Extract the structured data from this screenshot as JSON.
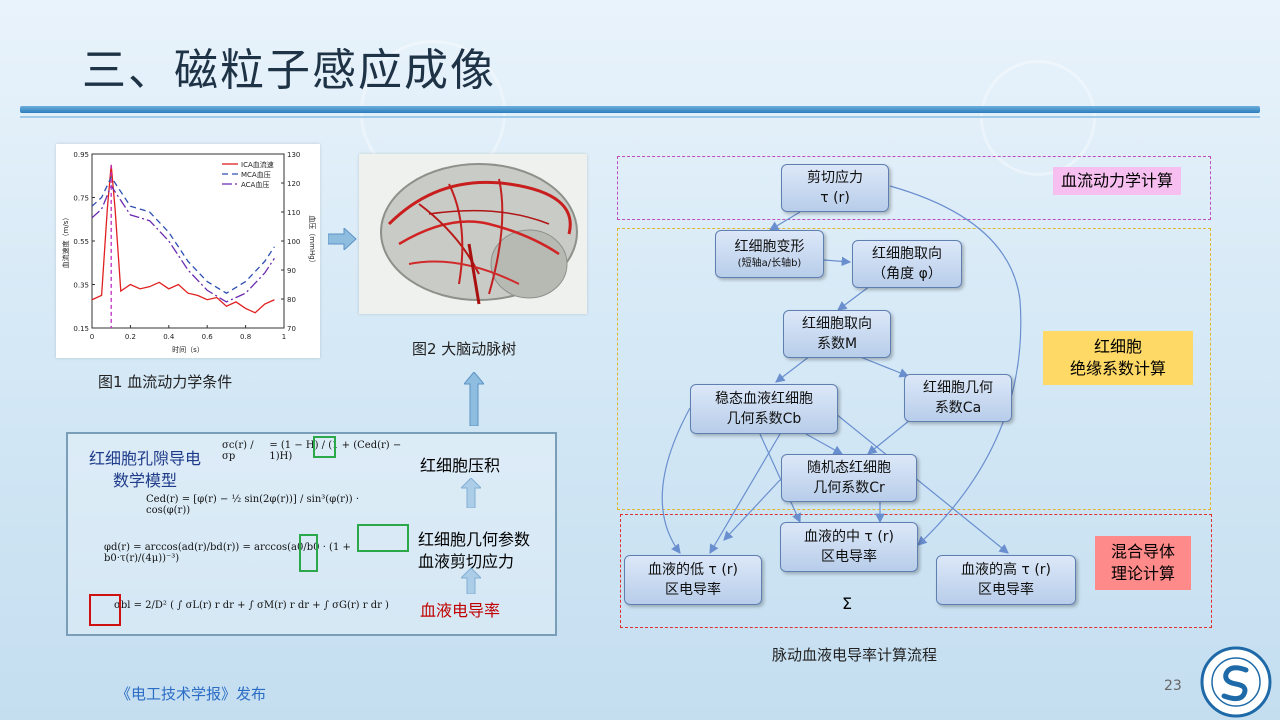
{
  "slide": {
    "title": "三、磁粒子感应成像",
    "page_number": "23",
    "source": "《电工技术学报》发布"
  },
  "figure1": {
    "caption": "图1 血流动力学条件",
    "chart_data": {
      "type": "line",
      "xlabel": "时间（s）",
      "ylabel_left": "血流速度（m/s）",
      "ylabel_right": "血压（mmHg）",
      "x_ticks": [
        "0",
        "0.2",
        "0.4",
        "0.6",
        "0.8",
        "1"
      ],
      "y_left_ticks": [
        "0.15",
        "0.35",
        "0.55",
        "0.75",
        "0.95"
      ],
      "y_right_ticks": [
        "70",
        "80",
        "90",
        "100",
        "110",
        "120",
        "130"
      ],
      "xlim": [
        0,
        1
      ],
      "ylim_left": [
        0.15,
        0.95
      ],
      "ylim_right": [
        70,
        130
      ],
      "legend": "top-right",
      "series": [
        {
          "name": "ICA血流速",
          "axis": "left",
          "color": "#e02020",
          "dash": "solid",
          "x": [
            0,
            0.05,
            0.08,
            0.1,
            0.12,
            0.15,
            0.2,
            0.25,
            0.3,
            0.35,
            0.4,
            0.45,
            0.5,
            0.55,
            0.6,
            0.65,
            0.7,
            0.75,
            0.8,
            0.85,
            0.9,
            0.95
          ],
          "y": [
            0.28,
            0.3,
            0.7,
            0.9,
            0.7,
            0.32,
            0.35,
            0.33,
            0.34,
            0.36,
            0.33,
            0.35,
            0.31,
            0.3,
            0.28,
            0.29,
            0.25,
            0.27,
            0.24,
            0.22,
            0.26,
            0.28
          ]
        },
        {
          "name": "MCA血压",
          "axis": "right",
          "color": "#2d4fb0",
          "dash": "6,4",
          "x": [
            0,
            0.05,
            0.1,
            0.15,
            0.2,
            0.3,
            0.4,
            0.5,
            0.6,
            0.7,
            0.8,
            0.9,
            0.95
          ],
          "y": [
            112,
            115,
            122,
            117,
            112,
            110,
            103,
            93,
            86,
            82,
            86,
            93,
            98
          ]
        },
        {
          "name": "ACA血压",
          "axis": "right",
          "color": "#6a2bb0",
          "dash": "10,3,2,3",
          "x": [
            0,
            0.05,
            0.1,
            0.15,
            0.2,
            0.3,
            0.4,
            0.5,
            0.6,
            0.7,
            0.8,
            0.9,
            0.95
          ],
          "y": [
            108,
            111,
            119,
            114,
            109,
            107,
            100,
            90,
            83,
            79,
            82,
            89,
            94
          ]
        }
      ]
    }
  },
  "figure2": {
    "caption": "图2 大脑动脉树"
  },
  "model": {
    "title_line1": "红细胞孔隙导电",
    "title_line2": "数学模型",
    "label_hematocrit": "红细胞压积",
    "label_geometry": "红细胞几何参数",
    "label_shear": "血液剪切应力",
    "label_conductivity": "血液电导率",
    "formula_1_lhs": "σc(r) / σp",
    "formula_1_rhs": "= (1 − H) / (1 + (Ced(r) − 1)H)",
    "formula_2": "Ced(r) = [φ(r) − ½ sin(2φ(r))] / sin³(φ(r)) · cos(φ(r))",
    "formula_3": "φd(r) = arccos(ad(r)/bd(r)) = arccos(a0/b0 · (1 + b0·τ(r)/(4μ))⁻³)",
    "formula_4": "σbl = 2/D² ( ∫ σL(r) r dr + ∫ σM(r) r dr + ∫ σG(r) r dr )"
  },
  "flow": {
    "caption": "脉动血液电导率计算流程",
    "sum_symbol": "Σ",
    "nodes": {
      "shear": [
        "剪切应力",
        "τ (r)"
      ],
      "deform": [
        "红细胞变形",
        "(短轴a/长轴b)"
      ],
      "orient": [
        "红细胞取向",
        "（角度 φ）"
      ],
      "coefM": [
        "红细胞取向",
        "系数M"
      ],
      "steady": [
        "稳态血液红细胞",
        "几何系数Cb"
      ],
      "geomCa": [
        "红细胞几何",
        "系数Ca"
      ],
      "random": [
        "随机态红细胞",
        "几何系数Cr"
      ],
      "mid": [
        "血液的中 τ (r)",
        "区电导率"
      ],
      "low": [
        "血液的低 τ (r)",
        "区电导率"
      ],
      "high": [
        "血液的高 τ (r)",
        "区电导率"
      ]
    },
    "tags": {
      "hemo": "血流动力学计算",
      "insul_1": "红细胞",
      "insul_2": "绝缘系数计算",
      "mix_1": "混合导体",
      "mix_2": "理论计算"
    },
    "colors": {
      "hemo": "#f7bff0",
      "insul": "#ffd966",
      "mix": "#ff8a8a",
      "arrow": "#6a8fcf"
    }
  }
}
